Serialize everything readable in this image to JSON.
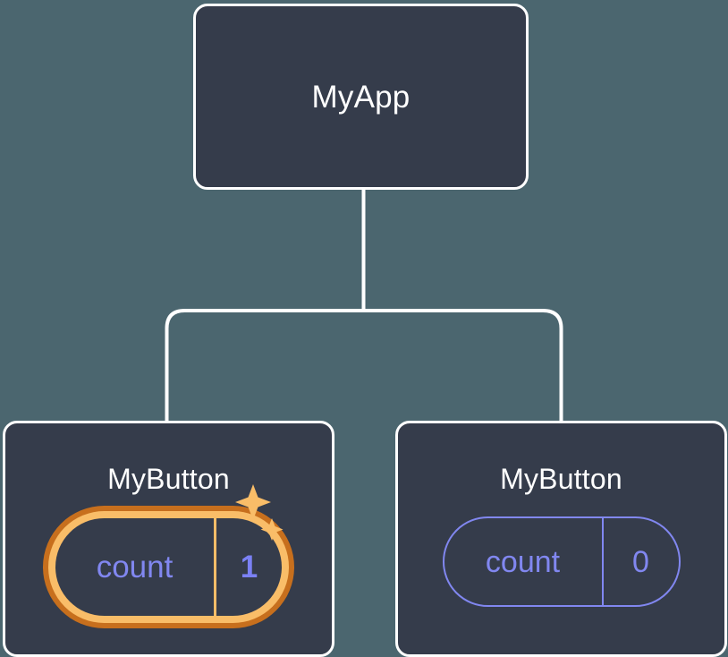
{
  "diagram": {
    "type": "component-tree",
    "title_semantic": "react-component-tree-with-state",
    "background_color": "#4b666f",
    "node_fill_color": "#353c4b",
    "node_border_color": "#ffffff",
    "connector_color": "#ffffff",
    "state_accent_color": "#8187f0",
    "highlight_outer_color": "#c76f1d",
    "highlight_inner_color": "#f9bd68",
    "root": {
      "label": "MyApp"
    },
    "children": [
      {
        "label": "MyButton",
        "state_key": "count",
        "state_value": "1",
        "highlighted": true,
        "sparkle": true
      },
      {
        "label": "MyButton",
        "state_key": "count",
        "state_value": "0",
        "highlighted": false,
        "sparkle": false
      }
    ]
  }
}
